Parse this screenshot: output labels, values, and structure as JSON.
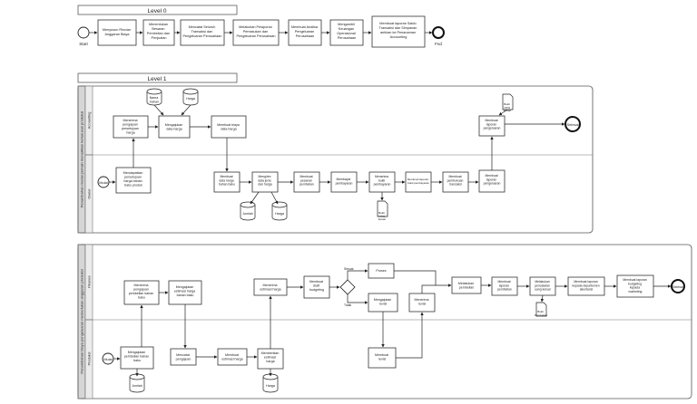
{
  "level0": {
    "title": "Level 0",
    "start": "Start",
    "end": "Fnd",
    "steps": [
      [
        "Menyusun Rincian",
        "Anggaran Biaya"
      ],
      [
        "Menentukan",
        "Besaran",
        "Pembelian dan",
        "Penjualan"
      ],
      [
        "Mencatat Seluruh",
        "Transaksi dan",
        "Pengeluaran Perusahaan"
      ],
      [
        "Melakukan Pelaporan",
        "Pemasukan dan",
        "Pengeluaran Perusahaan"
      ],
      [
        "Membuat Analisa",
        "Pengeluaran",
        "Perusahaan"
      ],
      [
        "Mengambil",
        "Keuangan",
        "Operasional",
        "Perusahaan"
      ],
      [
        "Membuat laporan Saldo",
        "Transaksi dan Simpanan",
        "anhkan ke Penanaman",
        "Accounting"
      ]
    ]
  },
  "level1": {
    "title": "Level 1",
    "pool_a": {
      "label": "Penambahan modal pemain menaikkan keharusan produksi",
      "lane_top": "Accounting",
      "lane_bottom": "Owner",
      "start": "Mulai",
      "end": "Selesai",
      "tasks": {
        "t1": [
          "Menerima",
          "pengajuan",
          "persetujuan",
          "harga"
        ],
        "t2": [
          "Mengajukan",
          "data harga"
        ],
        "t3": [
          "Membuat biaya",
          "data harga"
        ],
        "t4": [
          "Mendapatkan",
          "persetujuan",
          "harga bahan",
          "baku produk"
        ],
        "t5": [
          "Membuat",
          "data harga",
          "bahan baku"
        ],
        "t6": [
          "Mengirim",
          "data jenis",
          "dan harga"
        ],
        "t7": [
          "Membuat",
          "pesanan",
          "pembelian"
        ],
        "t8": [
          "Membayar",
          "pembayaran"
        ],
        "t9": [
          "Menerima",
          "bukti",
          "pembayaran"
        ],
        "t10": [
          "Membuat laporan",
          "bukti pembayaran"
        ],
        "t11": [
          "Membuat",
          "pembukuan",
          "transaksi"
        ],
        "t12": [
          "Membuat",
          "laporan",
          "pengeluaran"
        ],
        "t13": [
          "Membuat",
          "laporan",
          "pengeluaran"
        ]
      },
      "stores": {
        "nama_bahan": [
          "Nama",
          "bahan"
        ],
        "harga_top": "Harga",
        "jumlah": "Jumlah",
        "harga_bottom": "Harga"
      },
      "docs": {
        "bukti_top": [
          "Bukti",
          "uang",
          "keluar"
        ],
        "bukti_bottom": [
          "Bukti",
          "uang",
          "keluar"
        ]
      }
    },
    "pool_b": {
      "label": "Penambahan biaya pengeluaran memerlukan anggaran produksi",
      "lane_top": "Finance",
      "lane_bottom": "Produksi",
      "start": "Mulai",
      "end": "Selesai",
      "gw_yes": "Sesuai",
      "gw_no": "Tidak",
      "tasks": {
        "b1": [
          "Menerima",
          "pengajuan",
          "pembelian bahan",
          "baku"
        ],
        "b2": [
          "Mengajukan",
          "estimasi harga",
          "bahan baku"
        ],
        "b3": [
          "Menerima",
          "estimasi harga"
        ],
        "b4": [
          "Membuat",
          "draft",
          "budgeting"
        ],
        "b5": [
          "Proses"
        ],
        "b6": [
          "Mengajukan",
          "revisi"
        ],
        "b7": [
          "Menerima",
          "revisi"
        ],
        "b8": [
          "Melakukan",
          "pembelian"
        ],
        "b9": [
          "Membuat",
          "laporan",
          "pembelian"
        ],
        "b10": [
          "Melakukan",
          "pencatatan",
          "uang keluar"
        ],
        "b11": [
          "Membuat laporan",
          "kepada departemen",
          "akuntansi"
        ],
        "b12": [
          "Membuat laporan",
          "budgeting",
          "kepada",
          "marketing"
        ],
        "b13": [
          "Mengajukan",
          "pembelian bahan",
          "baku"
        ],
        "b14": [
          "Mencatat",
          "pengajuan"
        ],
        "b15": [
          "Membuat",
          "estimasi harga"
        ],
        "b16": [
          "Memberikan",
          "estimasi",
          "harga"
        ],
        "b17": [
          "Membuat",
          "revisi"
        ]
      },
      "stores": {
        "jumlah": "Jumlah",
        "harga": "Harga"
      },
      "docs": {
        "bukti": [
          "Bukti",
          "Pembelian"
        ]
      }
    }
  }
}
